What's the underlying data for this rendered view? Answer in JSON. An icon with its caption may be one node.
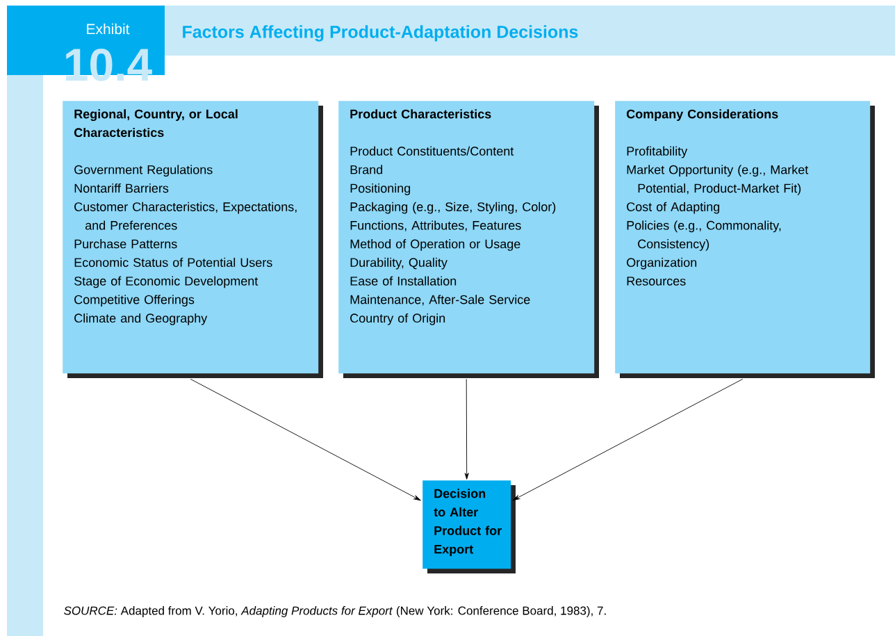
{
  "diagram": {
    "title": "Factors Affecting Product-Adaptation Decisions",
    "nodes": [
      {
        "text": [
          "Regional, Country, or Local Characteristics",
          "Government Regulations",
          "Nontariff Barriers",
          "Customer Characteristics, Expectations, and Preferences",
          "Purchase Patterns",
          "Economic Status of Potential Users",
          "Stage of Economic Development",
          "Competitive Offerings",
          "Climate and Geography"
        ]
      },
      {
        "text": [
          "Product Characteristics",
          "Product Constituents/Content",
          "Brand",
          "Positioning",
          "Packaging (e.g., Size, Styling, Color)",
          "Functions, Attributes, Features",
          "Method of Operation or Usage",
          "Durability, Quality",
          "Ease of Installation",
          "Maintenance, After-Sale Service",
          "Country of Origin"
        ]
      },
      {
        "text": [
          "Company Considerations",
          "Profitability",
          "Market Opportunity (e.g., Market Potential, Product-Market Fit)",
          "Cost of Adapting",
          "Policies (e.g., Commonality, Consistency)",
          "Organization",
          "Resources"
        ]
      },
      {
        "text": [
          "Decision to Alter Product for Export"
        ]
      }
    ],
    "edges": [
      {
        "from": 0,
        "to": 3,
        "arrow": "to"
      },
      {
        "from": 1,
        "to": 3,
        "arrow": "to"
      },
      {
        "from": 2,
        "to": 3,
        "arrow": "to"
      }
    ],
    "labels": [
      "Exhibit",
      "10.4"
    ],
    "caption": "*SOURCE:* Adapted from V. Yorio, *Adapting Products for Export* (New York: Conference Board, 1983), 7."
  }
}
